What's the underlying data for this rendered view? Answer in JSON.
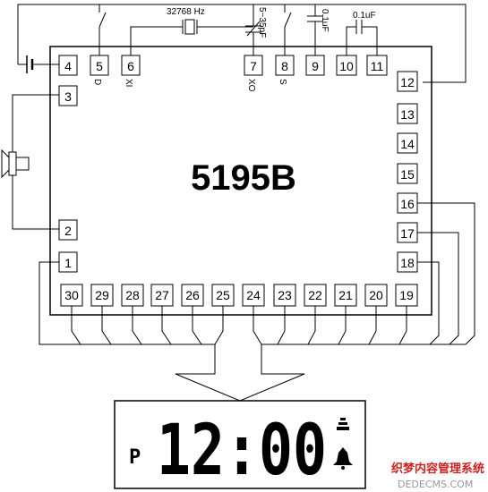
{
  "chip": {
    "title": "5195B"
  },
  "components": {
    "crystal_label": "32768 Hz",
    "trimmer_label": "5~35pF",
    "cap_label_1": "0.1uF",
    "cap_label_2": "0.1uF"
  },
  "pins": {
    "p1": "1",
    "p2": "2",
    "p3": "3",
    "p4": "4",
    "p5": "5",
    "p6": "6",
    "p7": "7",
    "p8": "8",
    "p9": "9",
    "p10": "10",
    "p11": "11",
    "p12": "12",
    "p13": "13",
    "p14": "14",
    "p15": "15",
    "p16": "16",
    "p17": "17",
    "p18": "18",
    "p19": "19",
    "p20": "20",
    "p21": "21",
    "p22": "22",
    "p23": "23",
    "p24": "24",
    "p25": "25",
    "p26": "26",
    "p27": "27",
    "p28": "28",
    "p29": "29",
    "p30": "30"
  },
  "pin_functions": {
    "d": "D",
    "xi": "XI",
    "xo": "XO",
    "s": "S"
  },
  "display": {
    "pm_indicator": "P",
    "digits": "12:00"
  },
  "watermark": {
    "line1": "织梦内容管理系统",
    "line2": "DEDECMS.COM"
  }
}
